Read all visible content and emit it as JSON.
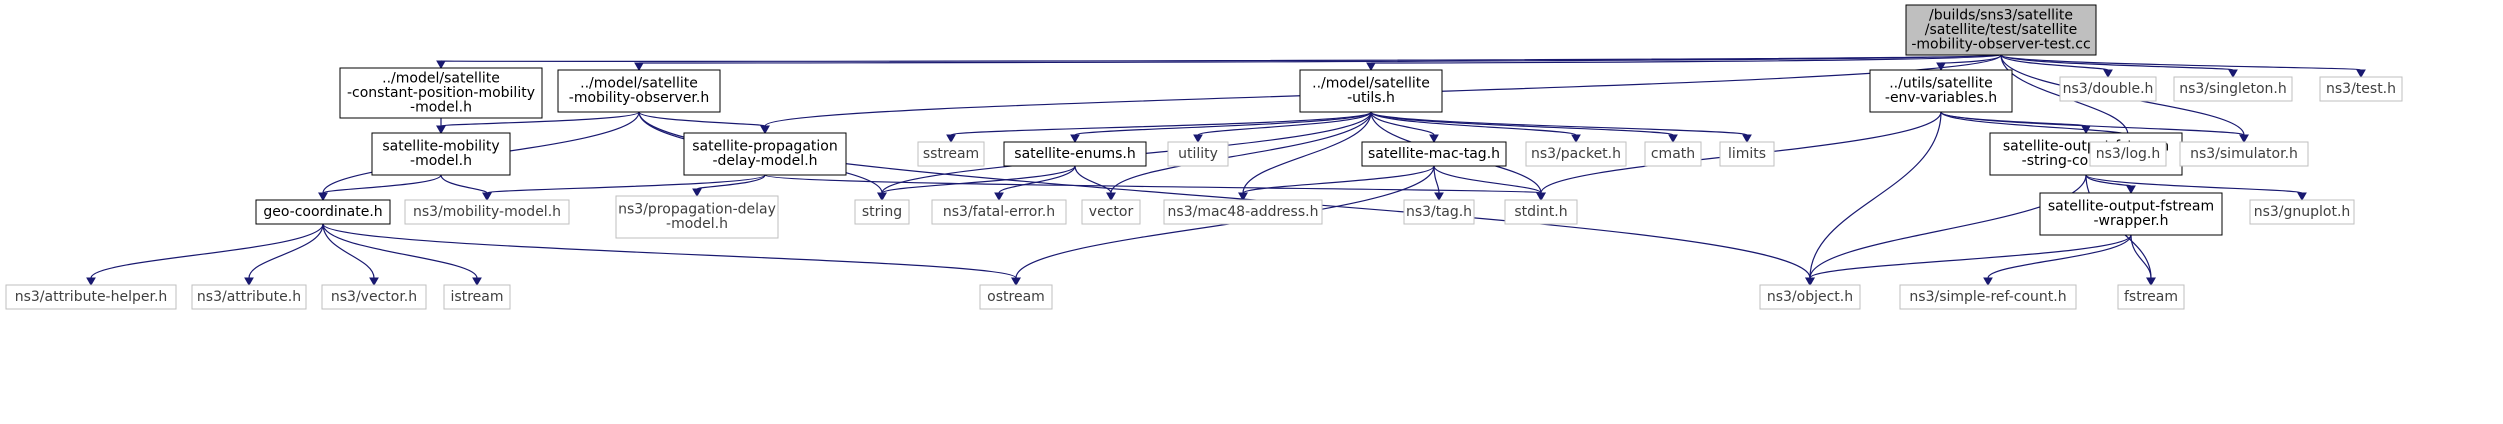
{
  "nodes": [
    {
      "id": "root",
      "lines": [
        "/builds/sns3/satellite",
        "/satellite/test/satellite",
        "-mobility-observer-test.cc"
      ],
      "style": "root"
    },
    {
      "id": "const_pos",
      "lines": [
        "../model/satellite",
        "-constant-position-mobility",
        "-model.h"
      ],
      "style": "solid"
    },
    {
      "id": "mob_obs",
      "lines": [
        "../model/satellite",
        "-mobility-observer.h"
      ],
      "style": "solid"
    },
    {
      "id": "sat_utils",
      "lines": [
        "../model/satellite",
        "-utils.h"
      ],
      "style": "solid"
    },
    {
      "id": "env_vars",
      "lines": [
        "../utils/satellite",
        "-env-variables.h"
      ],
      "style": "solid"
    },
    {
      "id": "double",
      "lines": [
        "ns3/double.h"
      ],
      "style": "external"
    },
    {
      "id": "singleton",
      "lines": [
        "ns3/singleton.h"
      ],
      "style": "external"
    },
    {
      "id": "test",
      "lines": [
        "ns3/test.h"
      ],
      "style": "external"
    },
    {
      "id": "sat_mob_model",
      "lines": [
        "satellite-mobility",
        "-model.h"
      ],
      "style": "solid"
    },
    {
      "id": "prop_delay",
      "lines": [
        "satellite-propagation",
        "-delay-model.h"
      ],
      "style": "solid"
    },
    {
      "id": "sstream",
      "lines": [
        "sstream"
      ],
      "style": "external"
    },
    {
      "id": "sat_enums",
      "lines": [
        "satellite-enums.h"
      ],
      "style": "solid"
    },
    {
      "id": "utility",
      "lines": [
        "utility"
      ],
      "style": "external"
    },
    {
      "id": "mac_tag",
      "lines": [
        "satellite-mac-tag.h"
      ],
      "style": "solid"
    },
    {
      "id": "packet",
      "lines": [
        "ns3/packet.h"
      ],
      "style": "external"
    },
    {
      "id": "cmath",
      "lines": [
        "cmath"
      ],
      "style": "external"
    },
    {
      "id": "limits",
      "lines": [
        "limits"
      ],
      "style": "external"
    },
    {
      "id": "fstream_container",
      "lines": [
        "satellite-output-fstream",
        "-string-container.h"
      ],
      "style": "solid"
    },
    {
      "id": "log",
      "lines": [
        "ns3/log.h"
      ],
      "style": "external"
    },
    {
      "id": "simulator",
      "lines": [
        "ns3/simulator.h"
      ],
      "style": "external"
    },
    {
      "id": "geo",
      "lines": [
        "geo-coordinate.h"
      ],
      "style": "solid"
    },
    {
      "id": "mobility_model",
      "lines": [
        "ns3/mobility-model.h"
      ],
      "style": "external"
    },
    {
      "id": "ns3_prop_delay",
      "lines": [
        "ns3/propagation-delay",
        "-model.h"
      ],
      "style": "external"
    },
    {
      "id": "string",
      "lines": [
        "string"
      ],
      "style": "external"
    },
    {
      "id": "fatal_error",
      "lines": [
        "ns3/fatal-error.h"
      ],
      "style": "external"
    },
    {
      "id": "vector",
      "lines": [
        "vector"
      ],
      "style": "external"
    },
    {
      "id": "mac48",
      "lines": [
        "ns3/mac48-address.h"
      ],
      "style": "external"
    },
    {
      "id": "tag",
      "lines": [
        "ns3/tag.h"
      ],
      "style": "external"
    },
    {
      "id": "stdint",
      "lines": [
        "stdint.h"
      ],
      "style": "external"
    },
    {
      "id": "fstream_wrapper",
      "lines": [
        "satellite-output-fstream",
        "-wrapper.h"
      ],
      "style": "solid"
    },
    {
      "id": "gnuplot",
      "lines": [
        "ns3/gnuplot.h"
      ],
      "style": "external"
    },
    {
      "id": "attr_helper",
      "lines": [
        "ns3/attribute-helper.h"
      ],
      "style": "external"
    },
    {
      "id": "attribute",
      "lines": [
        "ns3/attribute.h"
      ],
      "style": "external"
    },
    {
      "id": "ns3_vector",
      "lines": [
        "ns3/vector.h"
      ],
      "style": "external"
    },
    {
      "id": "istream",
      "lines": [
        "istream"
      ],
      "style": "external"
    },
    {
      "id": "ostream",
      "lines": [
        "ostream"
      ],
      "style": "external"
    },
    {
      "id": "object",
      "lines": [
        "ns3/object.h"
      ],
      "style": "external"
    },
    {
      "id": "simple_ref",
      "lines": [
        "ns3/simple-ref-count.h"
      ],
      "style": "external"
    },
    {
      "id": "fstream",
      "lines": [
        "fstream"
      ],
      "style": "external"
    }
  ],
  "edges": [
    [
      "root",
      "const_pos"
    ],
    [
      "root",
      "mob_obs"
    ],
    [
      "root",
      "sat_utils"
    ],
    [
      "root",
      "env_vars"
    ],
    [
      "root",
      "double"
    ],
    [
      "root",
      "singleton"
    ],
    [
      "root",
      "test"
    ],
    [
      "root",
      "prop_delay"
    ],
    [
      "root",
      "log"
    ],
    [
      "root",
      "simulator"
    ],
    [
      "const_pos",
      "sat_mob_model"
    ],
    [
      "mob_obs",
      "sat_mob_model"
    ],
    [
      "mob_obs",
      "prop_delay"
    ],
    [
      "mob_obs",
      "geo"
    ],
    [
      "mob_obs",
      "string"
    ],
    [
      "mob_obs",
      "object"
    ],
    [
      "sat_mob_model",
      "geo"
    ],
    [
      "sat_mob_model",
      "mobility_model"
    ],
    [
      "prop_delay",
      "mobility_model"
    ],
    [
      "prop_delay",
      "ns3_prop_delay"
    ],
    [
      "prop_delay",
      "stdint"
    ],
    [
      "sat_utils",
      "string"
    ],
    [
      "sat_utils",
      "sstream"
    ],
    [
      "sat_utils",
      "sat_enums"
    ],
    [
      "sat_utils",
      "utility"
    ],
    [
      "sat_utils",
      "vector"
    ],
    [
      "sat_utils",
      "mac48"
    ],
    [
      "sat_utils",
      "mac_tag"
    ],
    [
      "sat_utils",
      "packet"
    ],
    [
      "sat_utils",
      "cmath"
    ],
    [
      "sat_utils",
      "limits"
    ],
    [
      "sat_utils",
      "stdint"
    ],
    [
      "sat_enums",
      "string"
    ],
    [
      "sat_enums",
      "fatal_error"
    ],
    [
      "sat_enums",
      "vector"
    ],
    [
      "mac_tag",
      "mac48"
    ],
    [
      "mac_tag",
      "tag"
    ],
    [
      "mac_tag",
      "stdint"
    ],
    [
      "mac_tag",
      "ostream"
    ],
    [
      "env_vars",
      "fstream_container"
    ],
    [
      "env_vars",
      "log"
    ],
    [
      "env_vars",
      "simulator"
    ],
    [
      "env_vars",
      "stdint"
    ],
    [
      "env_vars",
      "object"
    ],
    [
      "fstream_container",
      "fstream_wrapper"
    ],
    [
      "fstream_container",
      "gnuplot"
    ],
    [
      "fstream_container",
      "object"
    ],
    [
      "fstream_container",
      "fstream"
    ],
    [
      "fstream_wrapper",
      "object"
    ],
    [
      "fstream_wrapper",
      "simple_ref"
    ],
    [
      "fstream_wrapper",
      "fstream"
    ],
    [
      "geo",
      "attr_helper"
    ],
    [
      "geo",
      "attribute"
    ],
    [
      "geo",
      "ns3_vector"
    ],
    [
      "geo",
      "istream"
    ],
    [
      "geo",
      "ostream"
    ]
  ]
}
